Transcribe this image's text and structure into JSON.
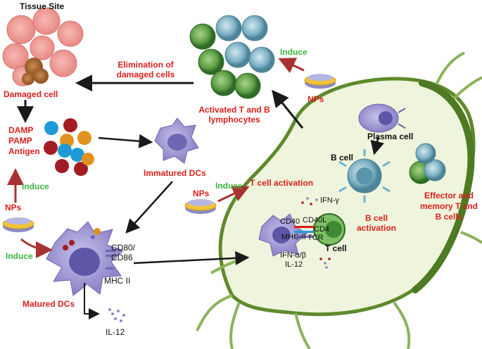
{
  "labels": {
    "tissue_site": "Tissue Site",
    "damaged_cell": "Damaged cell",
    "damp": "DAMP",
    "pamp": "PAMP",
    "antigen": "Antigen",
    "induce_left": "Induce",
    "nps_left": "NPs",
    "induce_bottom": "Induce",
    "matured_dcs": "Matured DCs",
    "il12_bottom": "IL-12",
    "cd80": "CD80/",
    "cd86": "CD86",
    "mhc2_left": "MHC II",
    "immatured_dcs": "Immatured DCs",
    "elimination_1": "Elimination of",
    "elimination_2": "damaged cells",
    "activated_1": "Activated T and B",
    "activated_2": "lymphocytes",
    "induce_top": "Induce",
    "nps_top": "NPs",
    "plasma_cell": "Plasma cell",
    "b_cell": "B cell",
    "b_activation_1": "B cell",
    "b_activation_2": "activation",
    "effector_1": "Effector and",
    "effector_2": "memory T and",
    "effector_3": "B cells",
    "nps_mid": "NPs",
    "induce_mid": "Induce",
    "t_activation": "T cell activation",
    "ifn_gamma": "IFN-γ",
    "cd40": "CD40",
    "cd40l": "CD40L",
    "cd4": "CD4",
    "mhc2_inner": "MHC-II",
    "tcr": "TCR",
    "t_cell": "T cell",
    "ifn_ab": "IFN-α/β",
    "il12_inner": "IL-12"
  },
  "colors": {
    "red_text": "#d9201c",
    "green_text": "#3cb43c",
    "node_fill": "#eef5dc",
    "node_border": "#5f8a2c",
    "arrow_red": "#a83232",
    "arrow_black": "#1a1a1a"
  }
}
